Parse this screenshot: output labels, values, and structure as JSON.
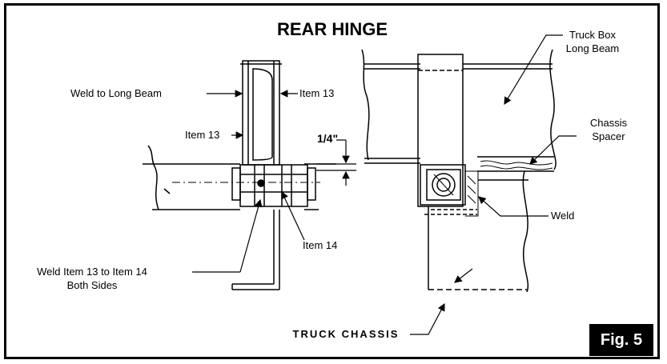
{
  "title": "REAR HINGE",
  "figure": "Fig. 5",
  "labels": {
    "weld_to_long_beam": "Weld to Long Beam",
    "item13_top": "Item 13",
    "item13_side": "Item 13",
    "dimension": "1/4\"",
    "item14": "Item 14",
    "weld_item13_line1": "Weld Item 13 to Item 14",
    "weld_item13_line2": "Both Sides",
    "truck_chassis": "TRUCK CHASSIS",
    "truck_box_line1": "Truck Box",
    "truck_box_line2": "Long Beam",
    "chassis_spacer_line1": "Chassis",
    "chassis_spacer_line2": "Spacer",
    "weld": "Weld"
  }
}
